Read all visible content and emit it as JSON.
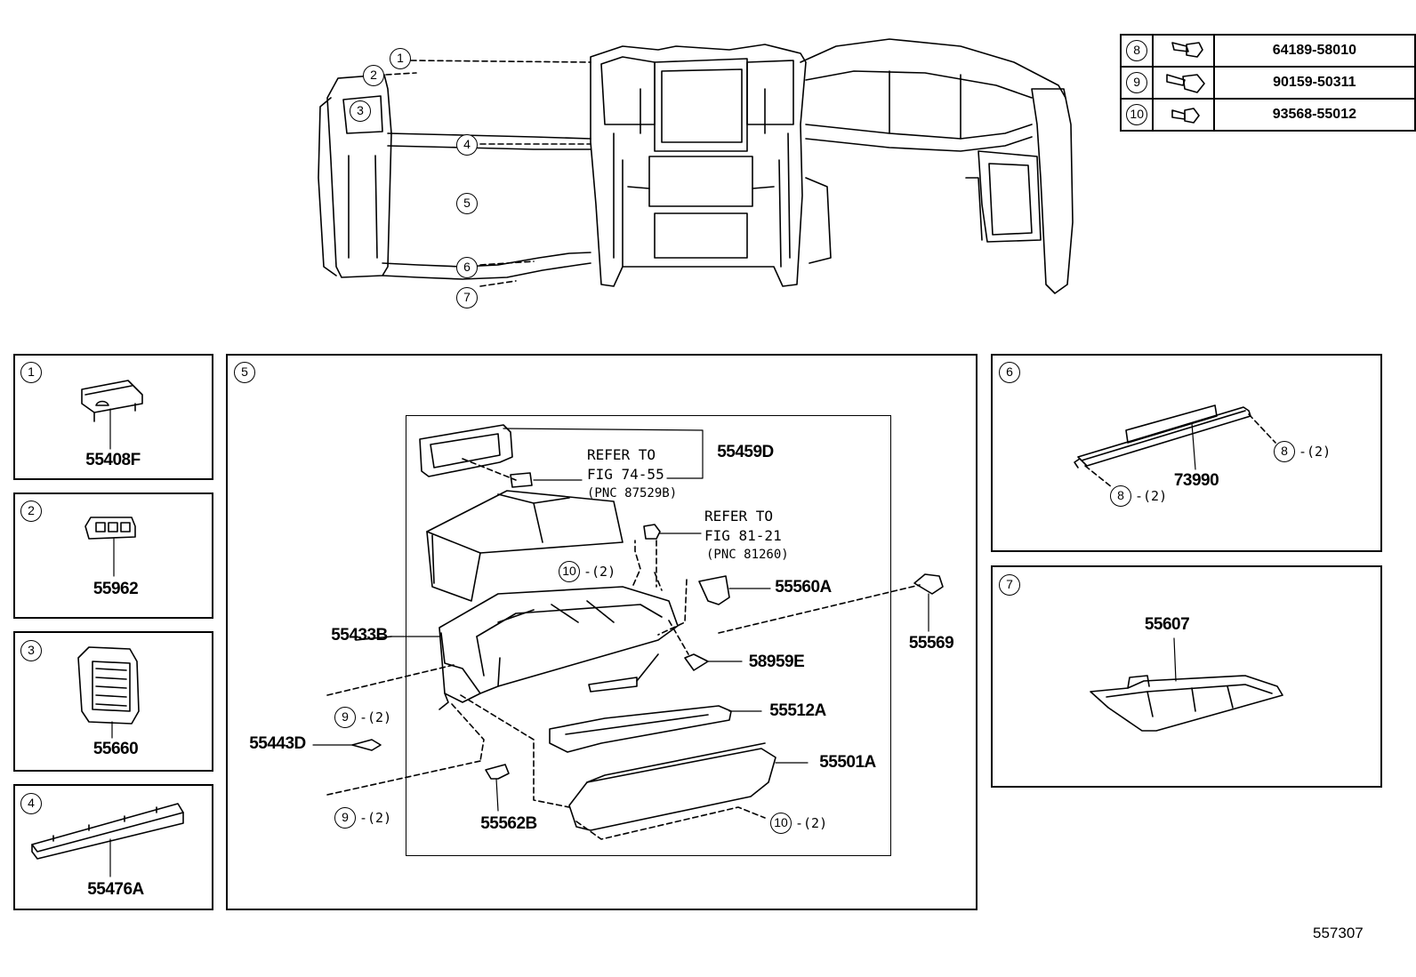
{
  "fasteners": [
    {
      "ref": "8",
      "part": "64189-58010",
      "icon": "screw-icon"
    },
    {
      "ref": "9",
      "part": "90159-50311",
      "icon": "bolt-icon"
    },
    {
      "ref": "10",
      "part": "93568-55012",
      "icon": "screw-icon"
    }
  ],
  "overview_callouts": [
    "1",
    "2",
    "3",
    "4",
    "5",
    "6",
    "7"
  ],
  "panels": {
    "p1": {
      "ref": "1",
      "part": "55408F"
    },
    "p2": {
      "ref": "2",
      "part": "55962"
    },
    "p3": {
      "ref": "3",
      "part": "55660"
    },
    "p4": {
      "ref": "4",
      "part": "55476A"
    },
    "p5": {
      "ref": "5"
    },
    "p6": {
      "ref": "6",
      "part": "73990"
    },
    "p7": {
      "ref": "7",
      "part": "55607"
    }
  },
  "glovebox": {
    "parts": {
      "a": "55459D",
      "b": "55560A",
      "c": "55569",
      "d": "55433B",
      "e": "58959E",
      "f": "55443D",
      "g": "55512A",
      "h": "55501A",
      "i": "55562B"
    },
    "refer1": {
      "line1": "REFER TO",
      "line2": "FIG 74-55",
      "line3": "(PNC 87529B)"
    },
    "refer2": {
      "line1": "REFER TO",
      "line2": "FIG 81-21",
      "line3": "(PNC 81260)"
    },
    "qty_text": "-(2)",
    "qty_refs": {
      "q1": "10",
      "q2": "9",
      "q3": "9",
      "q4": "10"
    }
  },
  "panel6_qty": {
    "ref": "8",
    "qty_text": "-(2)"
  },
  "figure_id": "557307"
}
